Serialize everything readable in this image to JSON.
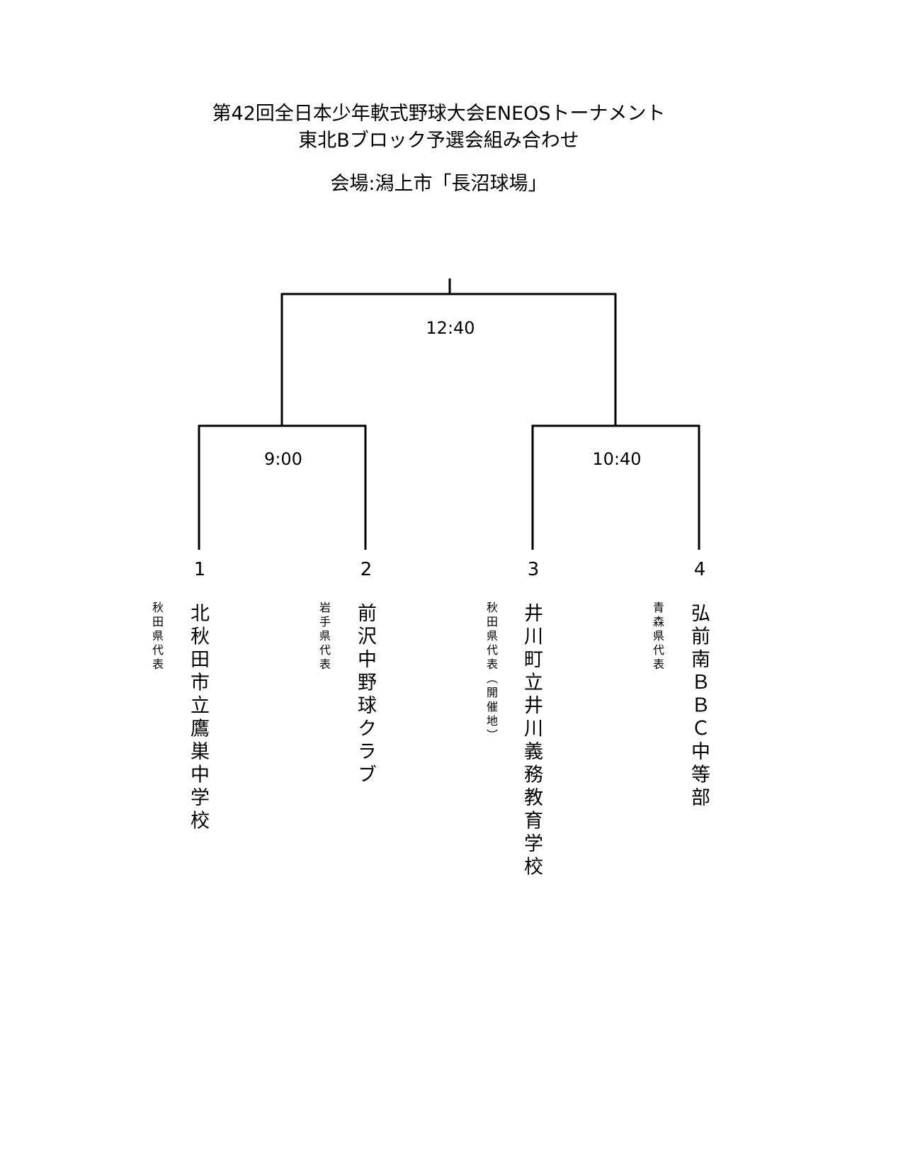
{
  "header": {
    "title_line1": "第42回全日本少年軟式野球大会ENEOSトーナメント",
    "title_line2": "東北Bブロック予選会組み合わせ",
    "venue": "会場:潟上市「長沼球場」"
  },
  "bracket": {
    "final": {
      "time": "12:40"
    },
    "semifinal_left": {
      "time": "9:00"
    },
    "semifinal_right": {
      "time": "10:40"
    },
    "teams": [
      {
        "seed": "1",
        "name": "北秋田市立鷹巣中学校",
        "representative": "秋田県代表"
      },
      {
        "seed": "2",
        "name": "前沢中野球クラブ",
        "representative": "岩手県代表"
      },
      {
        "seed": "3",
        "name": "井川町立井川義務教育学校",
        "representative": "秋田県代表（開催地）"
      },
      {
        "seed": "4",
        "name": "弘前南ＢＢＣ中等部",
        "representative": "青森県代表"
      }
    ]
  }
}
